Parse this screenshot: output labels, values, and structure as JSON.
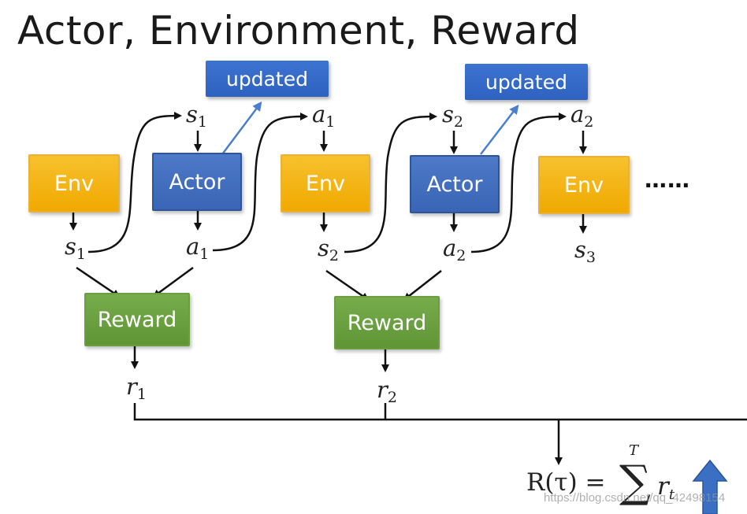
{
  "title": "Actor, Environment, Reward",
  "boxes": {
    "env_1": "Env",
    "actor_1": "Actor",
    "env_2": "Env",
    "actor_2": "Actor",
    "env_3": "Env",
    "reward_1": "Reward",
    "reward_2": "Reward",
    "updated_1": "updated",
    "updated_2": "updated"
  },
  "variables": {
    "s1_top": {
      "base": "s",
      "sub": "1"
    },
    "a1_top": {
      "base": "a",
      "sub": "1"
    },
    "s2_top": {
      "base": "s",
      "sub": "2"
    },
    "a2_top": {
      "base": "a",
      "sub": "2"
    },
    "s1_bottom": {
      "base": "s",
      "sub": "1"
    },
    "a1_bottom": {
      "base": "a",
      "sub": "1"
    },
    "s2_bottom": {
      "base": "s",
      "sub": "2"
    },
    "a2_bottom": {
      "base": "a",
      "sub": "2"
    },
    "s3_bottom": {
      "base": "s",
      "sub": "3"
    },
    "r1": {
      "base": "r",
      "sub": "1"
    },
    "r2": {
      "base": "r",
      "sub": "2"
    }
  },
  "ellipsis": "……",
  "formula": {
    "lhs": "R(τ) =",
    "sum_upper": "T",
    "sum_symbol": "∑",
    "term_base": "r",
    "term_sub": "t"
  },
  "watermark": "https://blog.csdn.net/qq_42498154",
  "colors": {
    "env": "#f0a900",
    "actor": "#3a65b6",
    "reward": "#5f9535",
    "updated": "#2e62c0",
    "update_arrow": "#4a7fd0"
  }
}
